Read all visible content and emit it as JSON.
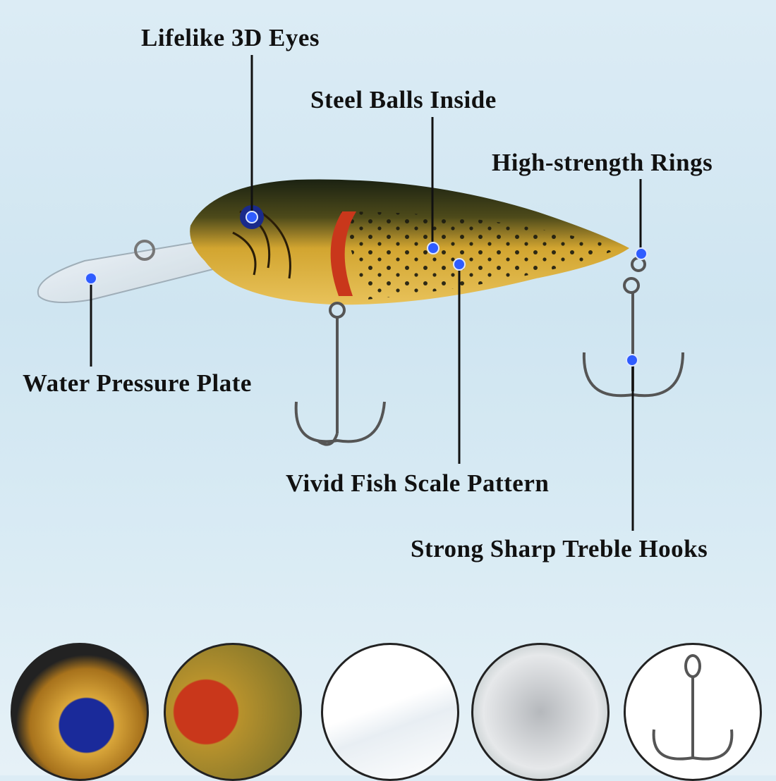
{
  "callouts": {
    "eyes": "Lifelike 3D Eyes",
    "steel_balls": "Steel Balls Inside",
    "rings": "High-strength Rings",
    "plate": "Water Pressure Plate",
    "pattern": "Vivid Fish Scale Pattern",
    "hooks": "Strong Sharp Treble Hooks"
  },
  "colors": {
    "dot": "#2f5cff",
    "line": "#111111",
    "body": "#c99a2a",
    "back": "#1f2a16",
    "gill": "#c9371b"
  }
}
